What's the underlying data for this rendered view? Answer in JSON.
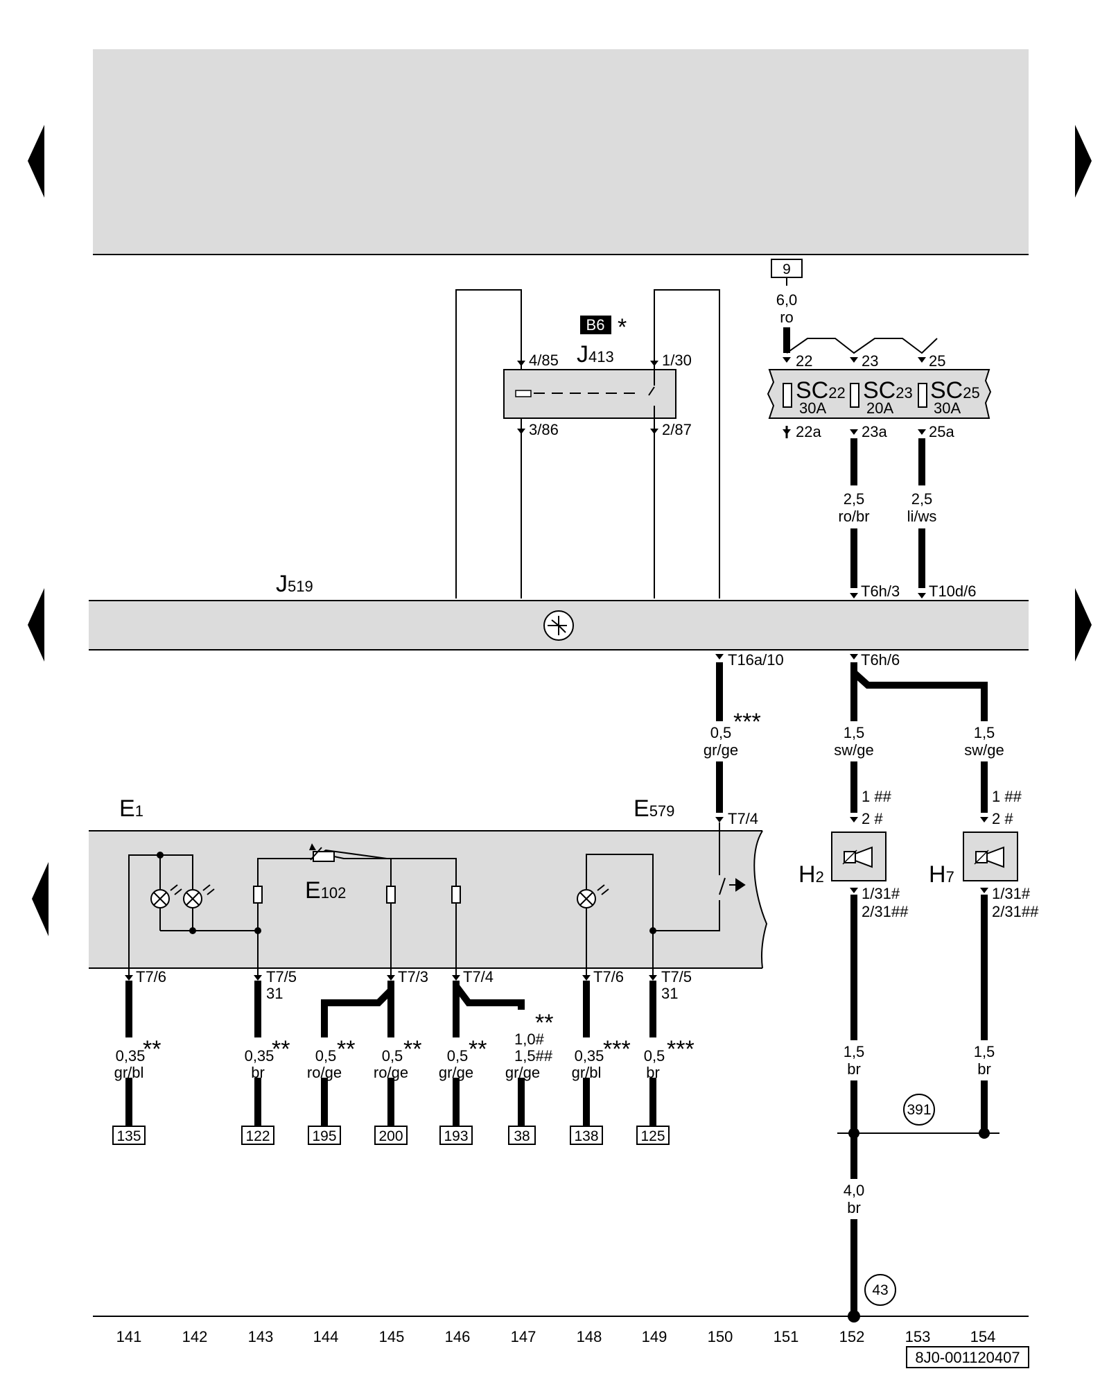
{
  "colors": {
    "panel": "#dcdcdc",
    "wire": "#000000",
    "background": "#ffffff"
  },
  "diagram_id": "8J0-001120407",
  "columns": [
    "141",
    "142",
    "143",
    "144",
    "145",
    "146",
    "147",
    "148",
    "149",
    "150",
    "151",
    "152",
    "153",
    "154"
  ],
  "relay": {
    "tag": "B6",
    "marker": "*",
    "name": "J",
    "sub": "413",
    "pins": {
      "p85": "4/85",
      "p30": "1/30",
      "p86": "3/86",
      "p87": "2/87"
    }
  },
  "fuse_box": {
    "supply_ref": "9",
    "supply_size": "6,0",
    "supply_color": "ro",
    "fuses": [
      {
        "name": "SC",
        "sub": "22",
        "rating": "30A",
        "in": "22",
        "out": "22a"
      },
      {
        "name": "SC",
        "sub": "23",
        "rating": "20A",
        "in": "23",
        "out": "23a"
      },
      {
        "name": "SC",
        "sub": "25",
        "rating": "30A",
        "in": "25",
        "out": "25a"
      }
    ]
  },
  "fuse_wires": [
    {
      "size": "2,5",
      "color": "ro/br",
      "pin": "T6h/3"
    },
    {
      "size": "2,5",
      "color": "li/ws",
      "pin": "T10d/6"
    }
  ],
  "control_unit": {
    "name": "J",
    "sub": "519",
    "pin_out_a": "T16a/10",
    "pin_out_b": "T6h/6"
  },
  "switch_wire": {
    "size": "0,5",
    "marker": "***",
    "color": "gr/ge"
  },
  "horn_wires": [
    {
      "size": "1,5",
      "color": "sw/ge"
    },
    {
      "size": "1,5",
      "color": "sw/ge"
    }
  ],
  "horns": [
    {
      "name": "H",
      "sub": "2",
      "pin_in_a": "1",
      "mark_in_a": "##",
      "pin_in_b": "2",
      "mark_in_b": "#",
      "pin_out_a": "1/31",
      "mark_out_a": "#",
      "pin_out_b": "2/31",
      "mark_out_b": "##"
    },
    {
      "name": "H",
      "sub": "7",
      "pin_in_a": "1",
      "mark_in_a": "##",
      "pin_in_b": "2",
      "mark_in_b": "#",
      "pin_out_a": "1/31",
      "mark_out_a": "#",
      "pin_out_b": "2/31",
      "mark_out_b": "##"
    }
  ],
  "ground_wires": [
    {
      "size": "1,5",
      "color": "br"
    },
    {
      "size": "1,5",
      "color": "br"
    }
  ],
  "ground_ref_391": "391",
  "main_ground": {
    "size": "4,0",
    "color": "br",
    "ref": "43"
  },
  "lower_module": {
    "e1": {
      "name": "E",
      "sub": "1"
    },
    "e102": {
      "name": "E",
      "sub": "102"
    },
    "e579": {
      "name": "E",
      "sub": "579"
    },
    "e579_pin": "T7/4"
  },
  "lower_pins": [
    {
      "pin": "T7/6",
      "sub": ""
    },
    {
      "pin": "T7/5",
      "sub": "31"
    },
    {
      "pin": "T7/3",
      "sub": ""
    },
    {
      "pin": "T7/4",
      "sub": ""
    },
    {
      "pin": "T7/6",
      "sub": ""
    },
    {
      "pin": "T7/5",
      "sub": "31"
    }
  ],
  "lower_wires": [
    {
      "size": "0,35",
      "marker": "**",
      "color": "gr/bl",
      "ref": "135"
    },
    {
      "size": "0,35",
      "marker": "**",
      "color": "br",
      "ref": "122"
    },
    {
      "size": "0,5",
      "marker": "**",
      "color": "ro/ge",
      "ref": "195"
    },
    {
      "size": "0,5",
      "marker": "**",
      "color": "ro/ge",
      "ref": "200"
    },
    {
      "size": "0,5",
      "marker": "**",
      "color": "gr/ge",
      "ref": "193"
    },
    {
      "size": "1,5",
      "marker": "##",
      "color": "gr/ge",
      "ref": "38",
      "size_alt": "1,0",
      "marker_alt": "#",
      "marker_top": "**"
    },
    {
      "size": "0,35",
      "marker": "***",
      "color": "gr/bl",
      "ref": "138"
    },
    {
      "size": "0,5",
      "marker": "***",
      "color": "br",
      "ref": "125"
    }
  ]
}
